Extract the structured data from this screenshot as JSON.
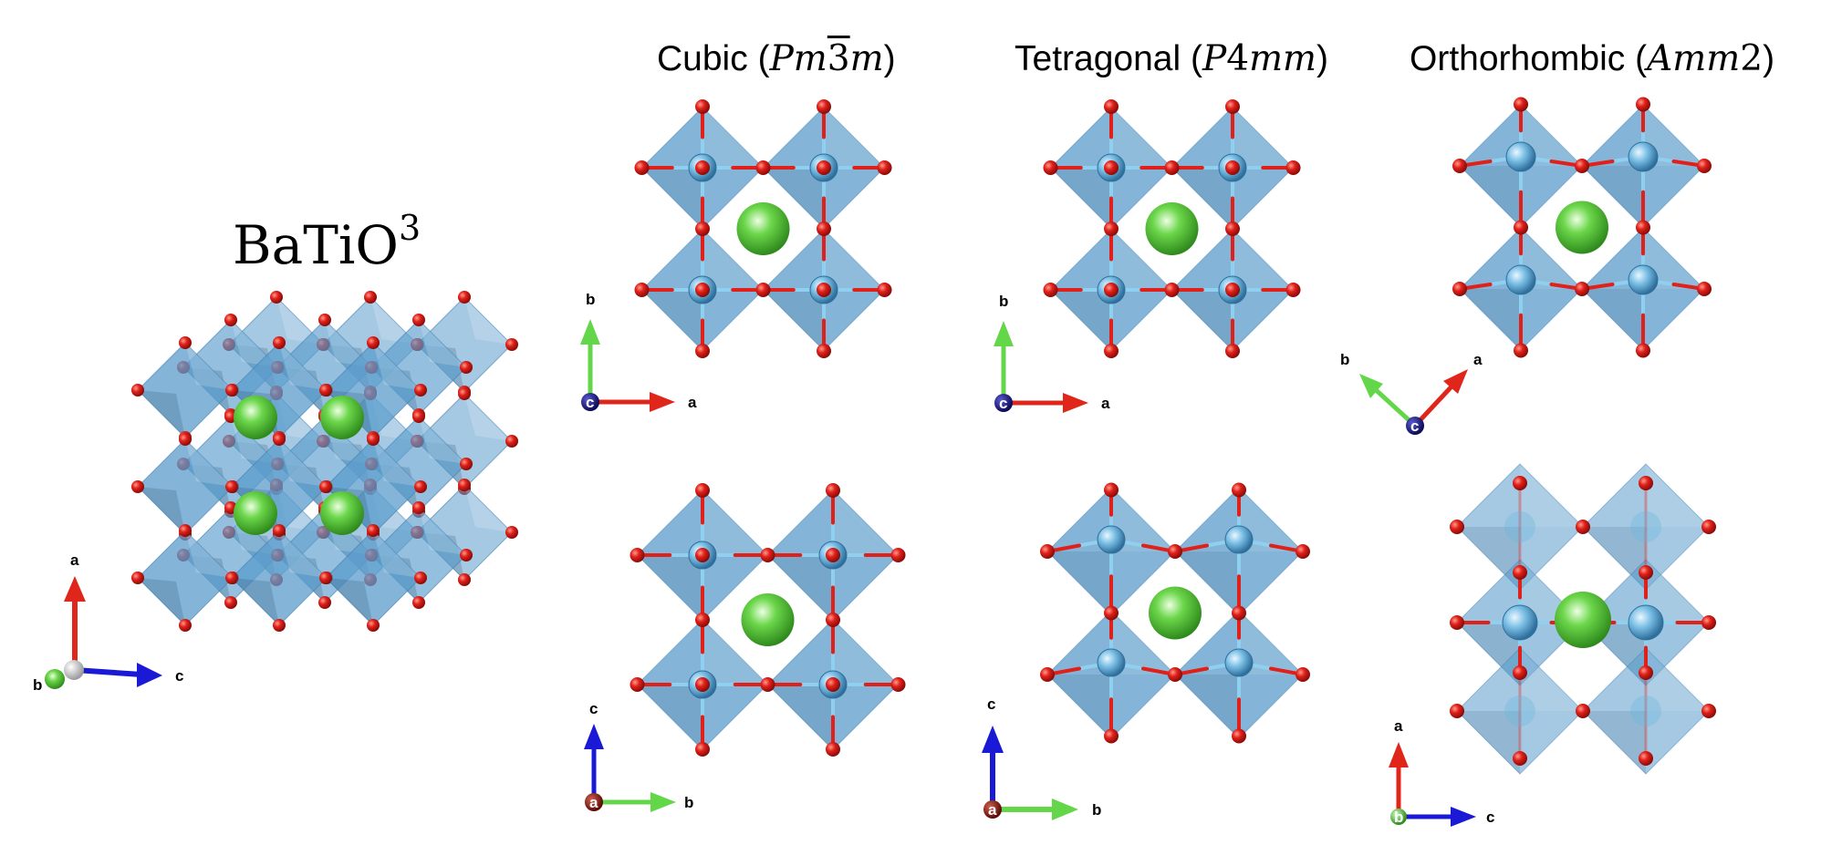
{
  "formula": {
    "base": "BaTiO",
    "sup": "3"
  },
  "phases": [
    {
      "name": "Cubic",
      "open": "(",
      "sg_main": "Pm",
      "sg_bar": "3",
      "sg_tail": "m",
      "close": ")"
    },
    {
      "name": "Tetragonal",
      "open": "(",
      "sg_main": "P",
      "sg_num": "4",
      "sg_tail": "mm",
      "close": ")"
    },
    {
      "name": "Orthorhombic",
      "open": "(",
      "sg_main": "Amm",
      "sg_num": "2",
      "close": ")"
    }
  ],
  "axes": {
    "perspective": {
      "up": "a",
      "right": "c",
      "out": "b"
    },
    "cubic_top": {
      "up": "b",
      "right": "a",
      "out": "c"
    },
    "cubic_bottom": {
      "up": "c",
      "right": "b",
      "out": "a"
    },
    "tetragonal_top": {
      "up": "b",
      "right": "a",
      "out": "c"
    },
    "tetragonal_bottom": {
      "up": "c",
      "right": "b",
      "out": "a"
    },
    "orthorhombic_top": {
      "upleft": "b",
      "upright": "a",
      "out": "c"
    },
    "orthorhombic_bottom": {
      "up": "a",
      "right": "c",
      "out": "b"
    }
  },
  "colors": {
    "oxygen": "#e0201a",
    "titanium": "#6ab4dc",
    "barium": "#5ecb3e",
    "octahedron": "#5b9ccc",
    "bond": "#8fd0f0",
    "axis_a": "#e0261b",
    "axis_b": "#63d64a",
    "axis_c": "#1a1ad6"
  }
}
